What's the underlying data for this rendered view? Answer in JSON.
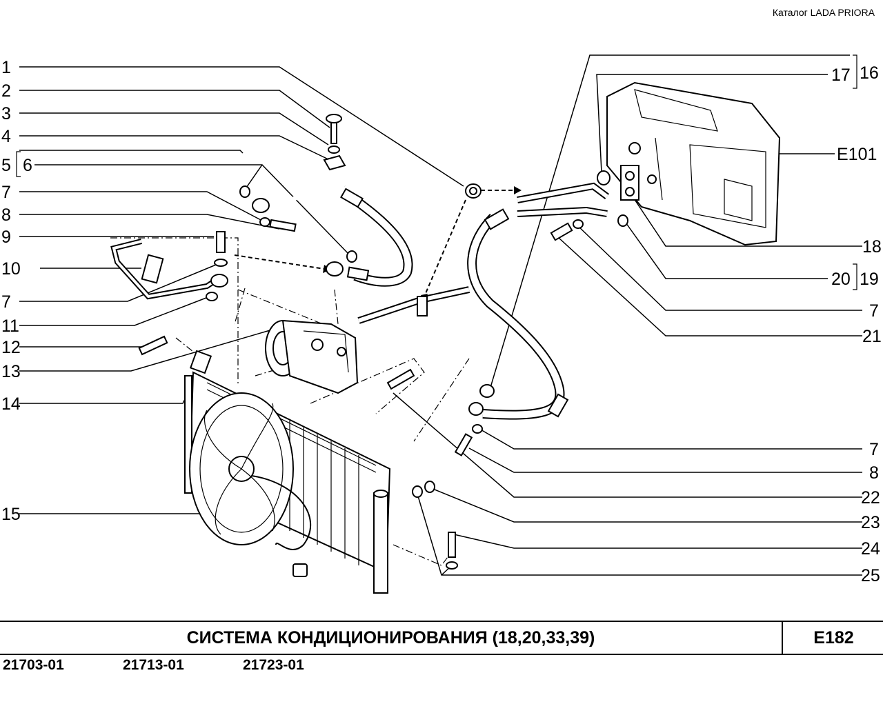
{
  "header": {
    "catalog": "Каталог  LADA  PRIORA"
  },
  "title_block": {
    "title": "СИСТЕМА  КОНДИЦИОНИРОВАНИЯ (18,20,33,39)",
    "code": "E182"
  },
  "models": [
    "21703-01",
    "21713-01",
    "21723-01"
  ],
  "callouts": {
    "left": [
      "1",
      "2",
      "3",
      "4",
      "5",
      "6",
      "7",
      "8",
      "9",
      "10",
      "7",
      "11",
      "12",
      "13",
      "14",
      "15"
    ],
    "right": [
      "16",
      "17",
      "E101",
      "18",
      "19",
      "20",
      "7",
      "21",
      "7",
      "8",
      "22",
      "23",
      "24",
      "25"
    ]
  }
}
